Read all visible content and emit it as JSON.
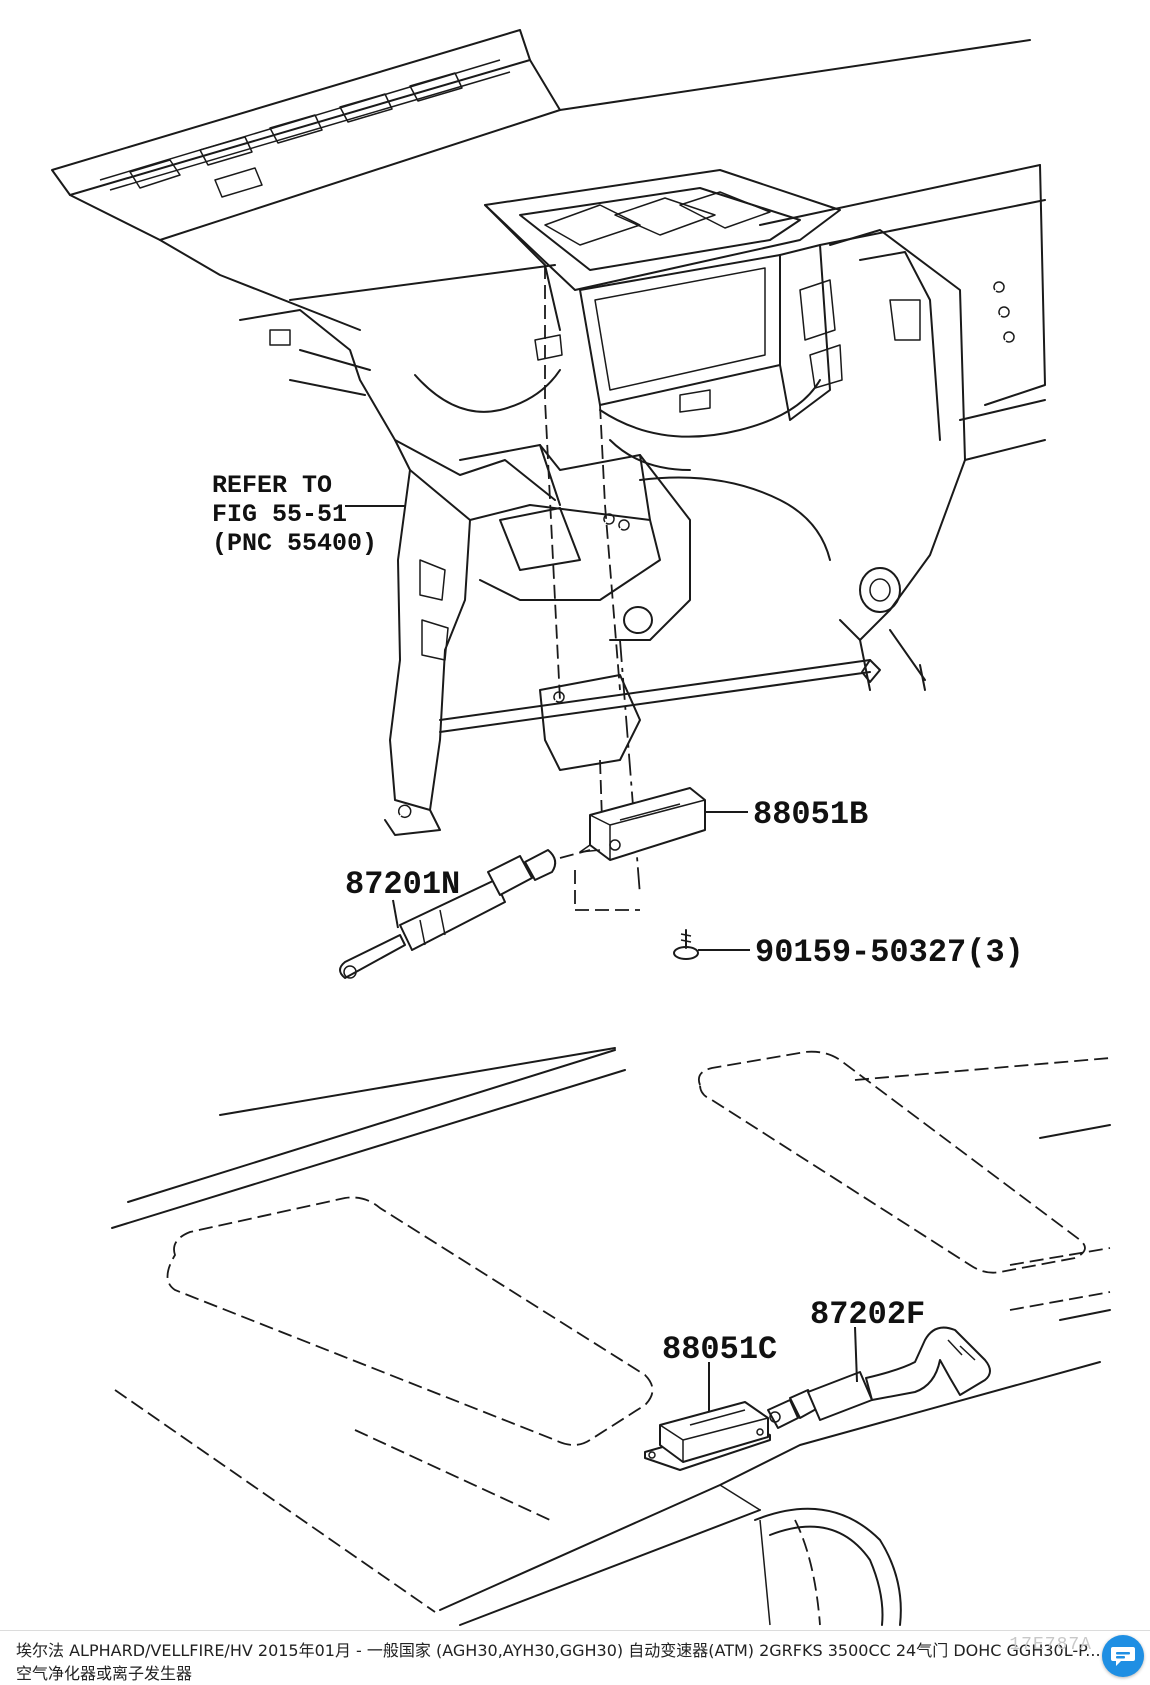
{
  "diagram": {
    "labels": {
      "ref_line1": "REFER TO",
      "ref_line2": "FIG 55-51",
      "ref_line3": "(PNC 55400)",
      "part_88051B": "88051B",
      "part_87201N": "87201N",
      "part_90159": "90159-50327(3)",
      "part_88051C": "88051C",
      "part_87202F": "87202F"
    }
  },
  "caption": {
    "line1": "埃尔法 ALPHARD/VELLFIRE/HV 2015年01月 - 一般国家 (AGH30,AYH30,GGH30) 自动变速器(ATM) 2GRFKS 3500CC 24气门 DOHC GGH30L-P...",
    "line2": "空气净化器或离子发生器",
    "watermark": "17E787A"
  },
  "icons": {
    "chat": "chat-bubble-icon"
  },
  "colors": {
    "chat_button": "#1f8fe3",
    "line": "#1a1a1a"
  }
}
